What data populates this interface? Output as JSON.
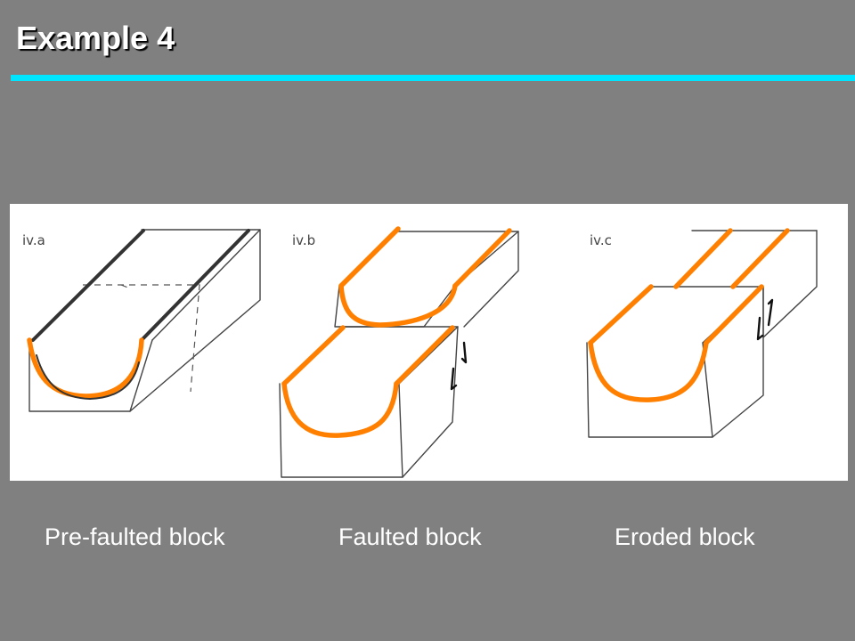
{
  "slide": {
    "title": "Example 4",
    "accent_color": "#00e5ff",
    "background_color": "#808080"
  },
  "figure": {
    "panels": [
      {
        "label": "iv.a"
      },
      {
        "label": "iv.b"
      },
      {
        "label": "iv.c"
      }
    ],
    "bed_color": "#ff8000",
    "fault_motion_icon": "fault-offset-arrows-icon"
  },
  "captions": {
    "pre_faulted": "Pre-faulted block",
    "faulted": "Faulted block",
    "eroded": "Eroded block"
  }
}
